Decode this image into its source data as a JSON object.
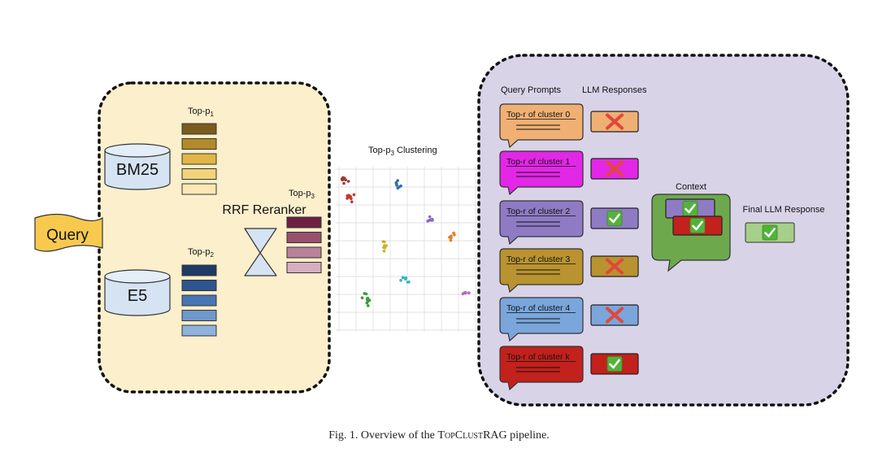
{
  "left_panel": {
    "query_label": "Query",
    "bm25_label": "BM25",
    "e5_label": "E5",
    "top_p1": {
      "base": "Top-p",
      "sub": "1"
    },
    "top_p2": {
      "base": "Top-p",
      "sub": "2"
    },
    "top_p3": {
      "base": "Top-p",
      "sub": "3"
    },
    "reranker_label": "RRF Reranker",
    "bm25_rank_colors": [
      "#7a5c1e",
      "#b38a2a",
      "#e1b547",
      "#f2d37a",
      "#fbe8b4"
    ],
    "e5_rank_colors": [
      "#1f3a64",
      "#2d5590",
      "#4876b5",
      "#6f98cc",
      "#8fb2dc"
    ],
    "rrf_rank_colors": [
      "#6e1f44",
      "#98506f",
      "#b9819a",
      "#d6aec0"
    ]
  },
  "clustering": {
    "title": {
      "base": "Top-p",
      "sub": "3",
      "rest": " Clustering"
    }
  },
  "right_panel": {
    "query_prompts_header": "Query Prompts",
    "llm_responses_header": "LLM Responses",
    "clusters": [
      {
        "label": "Top-r of cluster 0",
        "color": "#f0b074",
        "result": "cross",
        "resp_color": "#f0b074"
      },
      {
        "label": "Top-r of cluster 1",
        "color": "#e327e6",
        "result": "cross",
        "resp_color": "#e327e6"
      },
      {
        "label": "Top-r of cluster 2",
        "color": "#8e7bc4",
        "result": "check",
        "resp_color": "#8e7bc4"
      },
      {
        "label": "Top-r of cluster 3",
        "color": "#b8932f",
        "result": "cross",
        "resp_color": "#b8932f"
      },
      {
        "label": "Top-r of cluster 4",
        "color": "#7aa6dc",
        "result": "cross",
        "resp_color": "#7aa6dc"
      },
      {
        "label": "Top-r of cluster k",
        "color": "#c2211c",
        "result": "check",
        "resp_color": "#c2211c"
      }
    ],
    "context_label": "Context",
    "final_label": "Final LLM Response"
  },
  "caption": {
    "prefix": "Fig. 1.  Overview of the ",
    "name": "TopClustRAG",
    "suffix": " pipeline."
  },
  "colors": {
    "left_bg": "#fbefcc",
    "right_bg": "#d9d3e8",
    "context_green": "#6ea84d",
    "check_green": "#53b23a",
    "cross_red": "#e0483a"
  }
}
